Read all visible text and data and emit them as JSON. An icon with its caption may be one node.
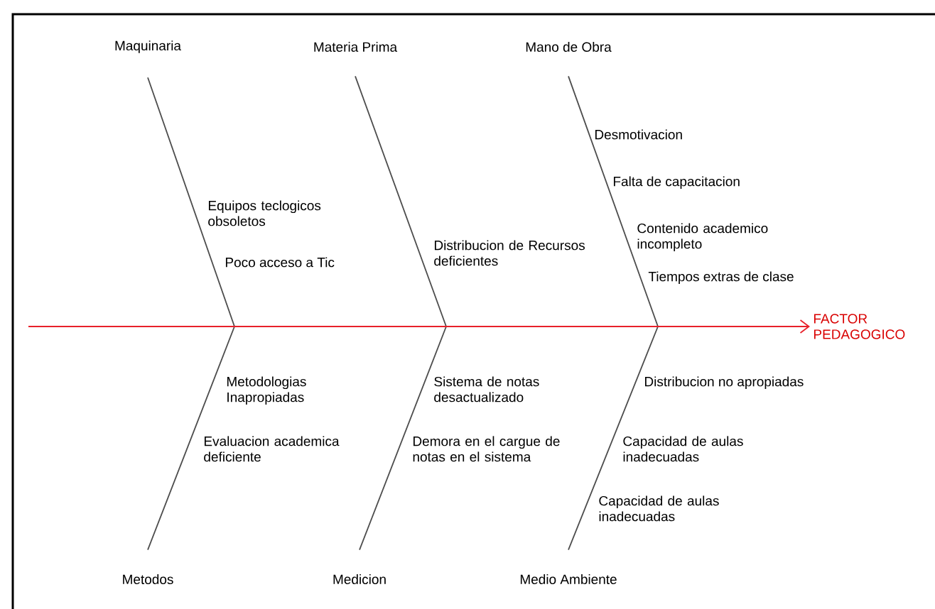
{
  "diagram": {
    "nodes": [
      {
        "text": [
          "Maquinaria"
        ]
      },
      {
        "text": [
          "Materia Prima"
        ]
      },
      {
        "text": [
          "Mano de Obra"
        ]
      },
      {
        "text": [
          "Metodos"
        ]
      },
      {
        "text": [
          "Medicion"
        ]
      },
      {
        "text": [
          "Medio Ambiente"
        ]
      },
      {
        "text": [
          "FACTOR PEDAGOGICO"
        ]
      }
    ],
    "edges": [
      {
        "from": 0,
        "to": null,
        "arrow": "none"
      },
      {
        "from": 1,
        "to": null,
        "arrow": "none"
      },
      {
        "from": 2,
        "to": null,
        "arrow": "none"
      },
      {
        "from": 3,
        "to": null,
        "arrow": "none"
      },
      {
        "from": 4,
        "to": null,
        "arrow": "none"
      },
      {
        "from": 5,
        "to": null,
        "arrow": "none"
      },
      {
        "from": null,
        "to": 6,
        "arrow": "to",
        "color": "#e8202a"
      }
    ],
    "labels": [
      "Equipos teclogicos obsoletos",
      "Poco acceso a Tic",
      "Distribucion de Recursos deficientes",
      "Desmotivacion",
      "Falta de capacitacion",
      "Contenido academico incompleto",
      "Tiempos extras de clase",
      "Metodologias Inapropiadas",
      "Evaluacion academica deficiente",
      "Sistema de notas desactualizado",
      "Demora en el cargue de notas en el sistema",
      "Distribucion no apropiadas",
      "Capacidad de aulas inadecuadas",
      "Capacidad de aulas inadecuadas"
    ]
  }
}
